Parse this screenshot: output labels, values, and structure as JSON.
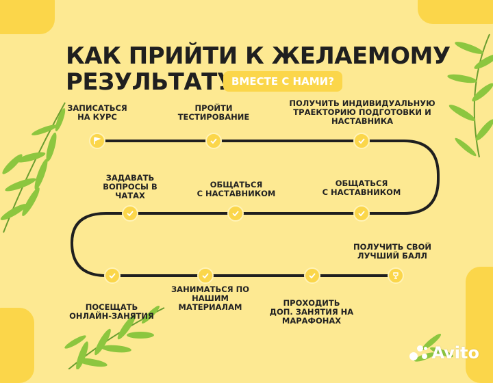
{
  "title": {
    "line1": "КАК ПРИЙТИ К ЖЕЛАЕМОМУ",
    "line2": "РЕЗУЛЬТАТУ",
    "badge": "ВМЕСТЕ С НАМИ?"
  },
  "steps": {
    "s1": "ЗАПИСАТЬСЯ\nНА КУРС",
    "s2": "ПРОЙТИ\nТЕСТИРОВАНИЕ",
    "s3": "ПОЛУЧИТЬ ИНДИВИДУАЛЬНУЮ\nТРАЕКТОРИЮ ПОДГОТОВКИ И\nНАСТАВНИКА",
    "s4": "ОБЩАТЬСЯ\nС НАСТАВНИКОМ",
    "s5": "ОБЩАТЬСЯ\nС НАСТАВНИКОМ",
    "s6": "ЗАДАВАТЬ\nВОПРОСЫ В\nЧАТАХ",
    "s7": "ПОСЕЩАТЬ\nОНЛАЙН-ЗАНЯТИЯ",
    "s8": "ЗАНИМАТЬСЯ ПО НАШИМ\nМАТЕРИАЛАМ",
    "s9": "ПРОХОДИТЬ\nДОП. ЗАНЯТИЯ НА\nМАРАФОНАХ",
    "s10": "ПОЛУЧИТЬ СВОЙ\nЛУЧШИЙ БАЛЛ"
  },
  "watermark": "Avito",
  "colors": {
    "background": "#fde992",
    "accent": "#fbd64a",
    "path": "#1f1f1f",
    "leaf": "#8cc63f"
  },
  "icons": {
    "start": "flag-icon",
    "step": "check-icon",
    "finish": "trophy-icon"
  }
}
